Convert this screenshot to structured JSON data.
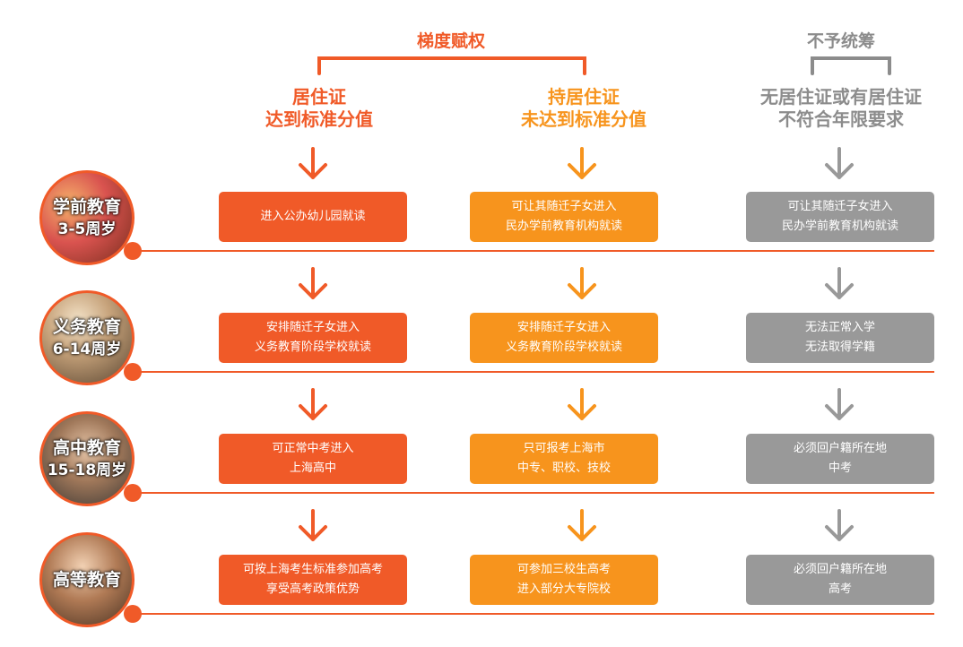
{
  "header": {
    "gradient_label": "梯度赋权",
    "none_label": "不予统筹",
    "columns": [
      {
        "line1": "居住证",
        "line2": "达到标准分值"
      },
      {
        "line1": "持居住证",
        "line2": "未达到标准分值"
      },
      {
        "line1": "无居住证或有居住证",
        "line2": "不符合年限要求"
      }
    ]
  },
  "stages": [
    {
      "name": "学前教育",
      "ages": "3-5周岁"
    },
    {
      "name": "义务教育",
      "ages": "6-14周岁"
    },
    {
      "name": "高中教育",
      "ages": "15-18周岁"
    },
    {
      "name": "高等教育",
      "ages": ""
    }
  ],
  "rows": [
    {
      "c1": [
        "进入公办幼儿园就读"
      ],
      "c2": [
        "可让其随迁子女进入",
        "民办学前教育机构就读"
      ],
      "c3": [
        "可让其随迁子女进入",
        "民办学前教育机构就读"
      ]
    },
    {
      "c1": [
        "安排随迁子女进入",
        "义务教育阶段学校就读"
      ],
      "c2": [
        "安排随迁子女进入",
        "义务教育阶段学校就读"
      ],
      "c3": [
        "无法正常入学",
        "无法取得学籍"
      ]
    },
    {
      "c1": [
        "可正常中考进入",
        "上海高中"
      ],
      "c2": [
        "只可报考上海市",
        "中专、职校、技校"
      ],
      "c3": [
        "必须回户籍所在地",
        "中考"
      ]
    },
    {
      "c1": [
        "可按上海考生标准参加高考",
        "享受高考政策优势"
      ],
      "c2": [
        "可参加三校生高考",
        "进入部分大专院校"
      ],
      "c3": [
        "必须回户籍所在地",
        "高考"
      ]
    }
  ],
  "colors": {
    "col1": "#f05a28",
    "col2": "#f7941d",
    "col3": "#999999",
    "header_gray": "#8c8c8c"
  }
}
